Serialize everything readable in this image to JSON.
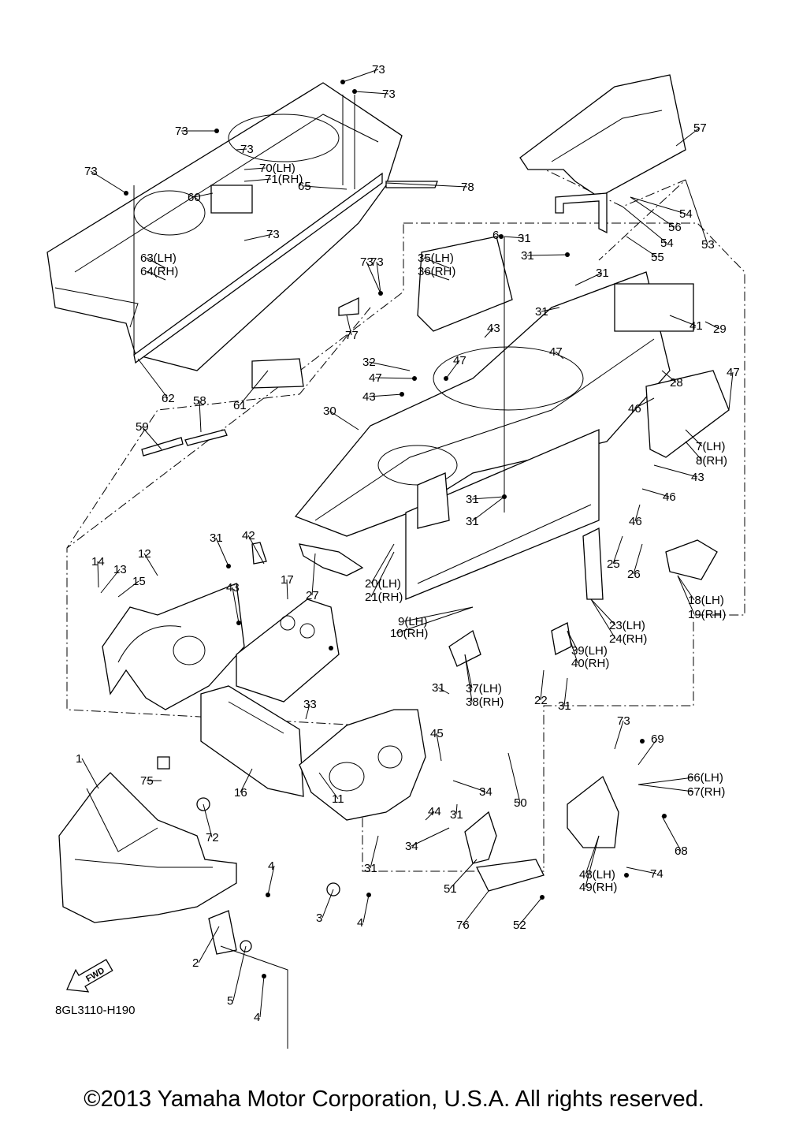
{
  "drawing_code": "8GL3110-H190",
  "copyright": "©2013 Yamaha Motor Corporation, U.S.A. All rights reserved.",
  "fwd_label": "FWD",
  "callouts": [
    "73",
    "73",
    "73",
    "73",
    "73",
    "70(LH)",
    "71(RH)",
    "73",
    "60",
    "65",
    "78",
    "73",
    "63(LH)",
    "64(RH)",
    "77",
    "62",
    "57",
    "54",
    "56",
    "53",
    "54",
    "55",
    "6",
    "31",
    "35(LH)",
    "36(RH)",
    "31",
    "73",
    "31",
    "31",
    "41",
    "29",
    "43",
    "28",
    "32",
    "47",
    "47",
    "43",
    "47",
    "61",
    "30",
    "46",
    "7(LH)",
    "8(RH)",
    "47",
    "58",
    "59",
    "43",
    "46",
    "31",
    "46",
    "12",
    "14",
    "13",
    "15",
    "31",
    "42",
    "43",
    "17",
    "27",
    "20(LH)",
    "21(RH)",
    "25",
    "26",
    "18(LH)",
    "19(RH)",
    "9(LH)",
    "10(RH)",
    "23(LH)",
    "24(RH)",
    "31",
    "39(LH)",
    "40(RH)",
    "37(LH)",
    "38(RH)",
    "22",
    "31",
    "31",
    "33",
    "45",
    "1",
    "75",
    "16",
    "11",
    "34",
    "50",
    "44",
    "31",
    "72",
    "34",
    "31",
    "73",
    "69",
    "66(LH)",
    "67(RH)",
    "68",
    "48(LH)",
    "49(RH)",
    "74",
    "4",
    "3",
    "4",
    "51",
    "76",
    "52",
    "2",
    "5",
    "4"
  ]
}
